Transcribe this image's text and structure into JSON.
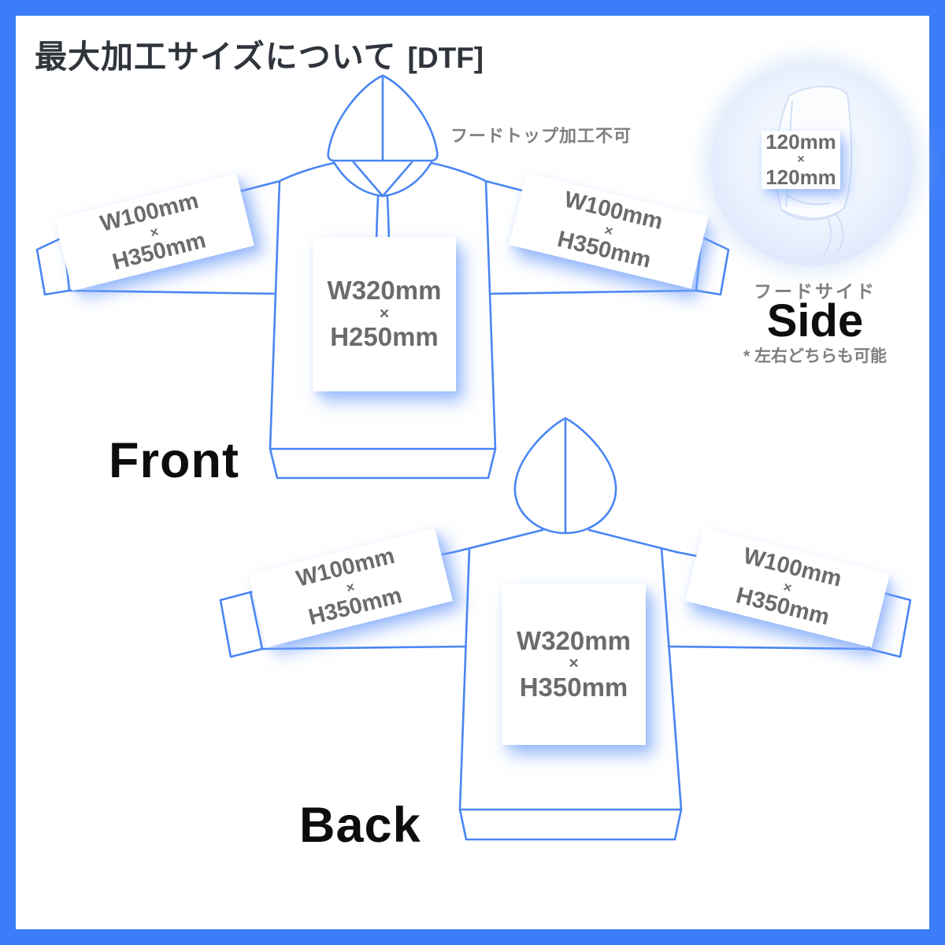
{
  "title": {
    "main": "最大加工サイズについて",
    "tag": "[DTF]"
  },
  "front_view": {
    "label": "Front",
    "hood_note": "フードトップ加工不可",
    "chest_area": {
      "width": "W320mm",
      "times": "×",
      "height": "H250mm"
    },
    "left_sleeve_area": {
      "width": "W100mm",
      "times": "×",
      "height": "H350mm"
    },
    "right_sleeve_area": {
      "width": "W100mm",
      "times": "×",
      "height": "H350mm"
    }
  },
  "side_view": {
    "label": "Side",
    "area_label": "フードサイド",
    "note": "* 左右どちらも可能",
    "hood_side_area": {
      "width": "120mm",
      "times": "×",
      "height": "120mm"
    }
  },
  "back_view": {
    "label": "Back",
    "back_area": {
      "width": "W320mm",
      "times": "×",
      "height": "H350mm"
    },
    "left_sleeve_area": {
      "width": "W100mm",
      "times": "×",
      "height": "H350mm"
    },
    "right_sleeve_area": {
      "width": "W100mm",
      "times": "×",
      "height": "H350mm"
    }
  },
  "colors": {
    "frame_blue": "#3c7cf8",
    "line_art_blue": "#4a86f3",
    "dimension_text_gray": "#6b6b6b",
    "note_text_gray": "#7f7f7f",
    "view_label_black": "#0d0d0d",
    "box_glow_blue": "#76a2f7",
    "circle_fill_blue": "#e6eefd"
  }
}
